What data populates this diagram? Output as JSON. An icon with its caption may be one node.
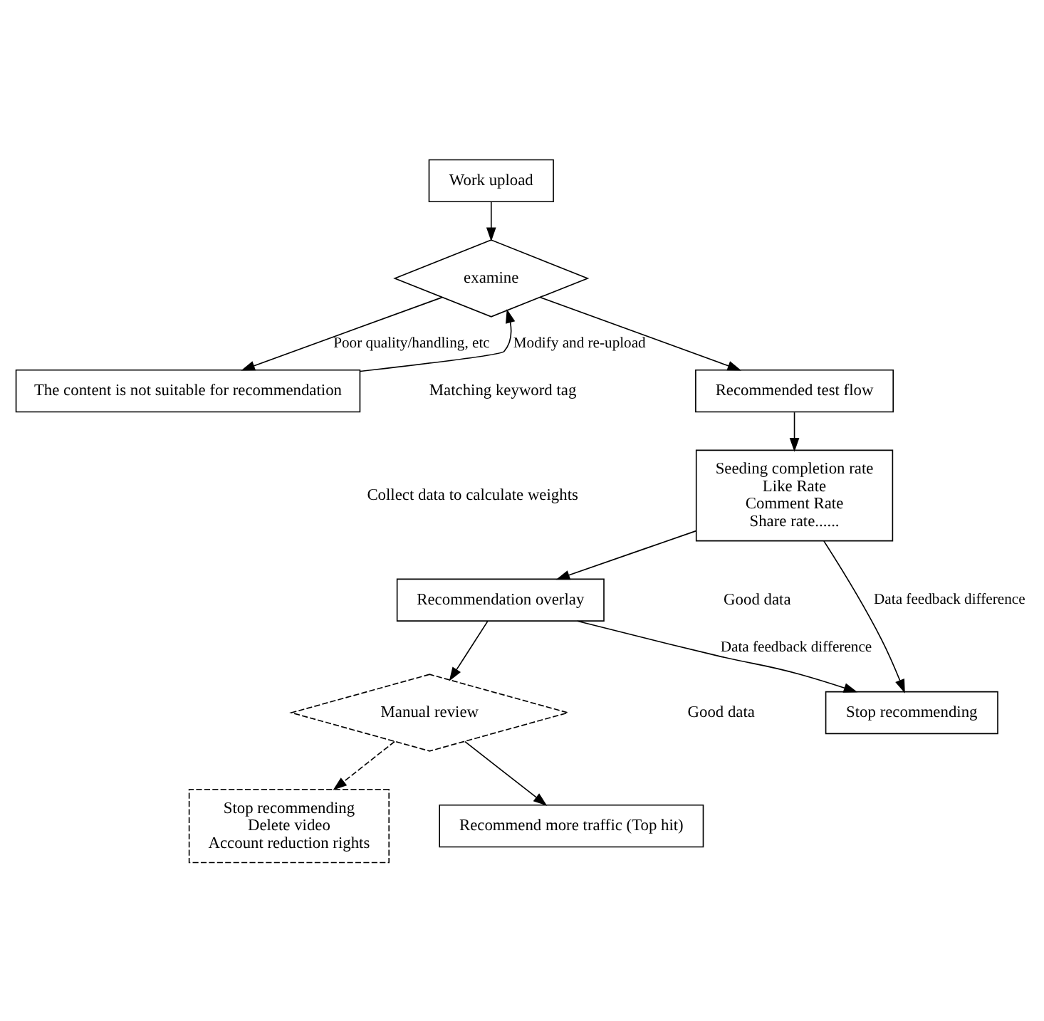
{
  "diagram": {
    "nodes": [
      {
        "text": [
          "Work upload"
        ]
      },
      {
        "text": [
          "examine"
        ]
      },
      {
        "text": [
          "Recommended test flow"
        ]
      },
      {
        "text": [
          "The content is not suitable for recommendation"
        ]
      },
      {
        "text": [
          "Seeding completion rate",
          "Like Rate",
          "Comment Rate",
          "Share rate......"
        ]
      },
      {
        "text": [
          "Recommendation overlay"
        ]
      },
      {
        "text": [
          "Stop recommending"
        ]
      },
      {
        "text": [
          "Manual review"
        ]
      },
      {
        "text": [
          "Stop recommending",
          "Delete video",
          "Account reduction rights"
        ]
      },
      {
        "text": [
          "Recommend more traffic (Top hit)"
        ]
      }
    ],
    "edges": [
      {
        "from": 0,
        "to": 1,
        "arrow": "to"
      },
      {
        "from": 1,
        "to": 2,
        "arrow": "to"
      },
      {
        "from": 1,
        "to": 3,
        "arrow": "to",
        "label": "Poor quality/handling, etc"
      },
      {
        "from": 3,
        "to": 1,
        "arrow": "to",
        "label": "Modify and re-upload"
      },
      {
        "from": 2,
        "to": 4,
        "arrow": "to"
      },
      {
        "from": 4,
        "to": 6,
        "arrow": "to",
        "label": "Data feedback difference"
      },
      {
        "from": 4,
        "to": 5,
        "arrow": "to"
      },
      {
        "from": 5,
        "to": 6,
        "arrow": "to",
        "label": "Data feedback difference"
      },
      {
        "from": 5,
        "to": 7,
        "arrow": "to"
      },
      {
        "from": 7,
        "to": 8,
        "arrow": "to",
        "style": "dashed"
      },
      {
        "from": 7,
        "to": 9,
        "arrow": "to"
      }
    ],
    "labels": [
      "Matching keyword tag",
      "Collect data to calculate weights",
      "Good data",
      "Good data"
    ]
  }
}
